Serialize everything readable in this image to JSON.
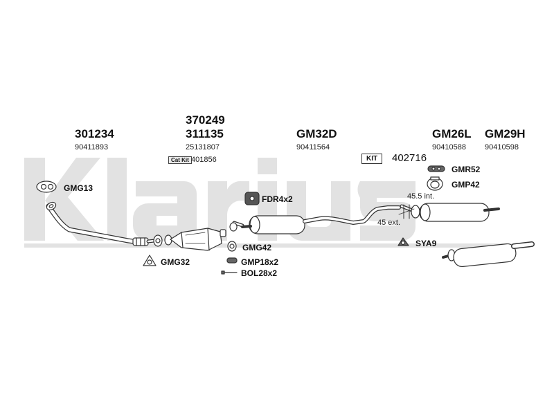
{
  "watermark": "Klarius",
  "columns": [
    {
      "part_number": "301234",
      "oem": "90411893"
    },
    {
      "part_number": "370249"
    },
    {
      "part_number": "311135",
      "oem": "25131807"
    },
    {
      "part_number": "GM32D",
      "oem": "90411564"
    },
    {
      "part_number": "GM26L",
      "oem": "90410588"
    },
    {
      "part_number": "GM29H",
      "oem": "90410598"
    }
  ],
  "cat_kit": {
    "badge": "Cat Kit",
    "number": "401856"
  },
  "kit": {
    "badge": "KIT",
    "number": "402716"
  },
  "labels": {
    "gmg13": "GMG13",
    "gmg32": "GMG32",
    "fdr": "FDR4x2",
    "gmg42": "GMG42",
    "gmp18": "GMP18x2",
    "bol28": "BOL28x2",
    "gmr52": "GMR52",
    "gmp42": "GMP42",
    "sya9": "SYA9"
  },
  "measurements": {
    "int": "45.5 int.",
    "ext": "45 ext."
  },
  "colors": {
    "watermark": "#e2e2e2",
    "line": "#333333",
    "fill": "#ffffff"
  }
}
